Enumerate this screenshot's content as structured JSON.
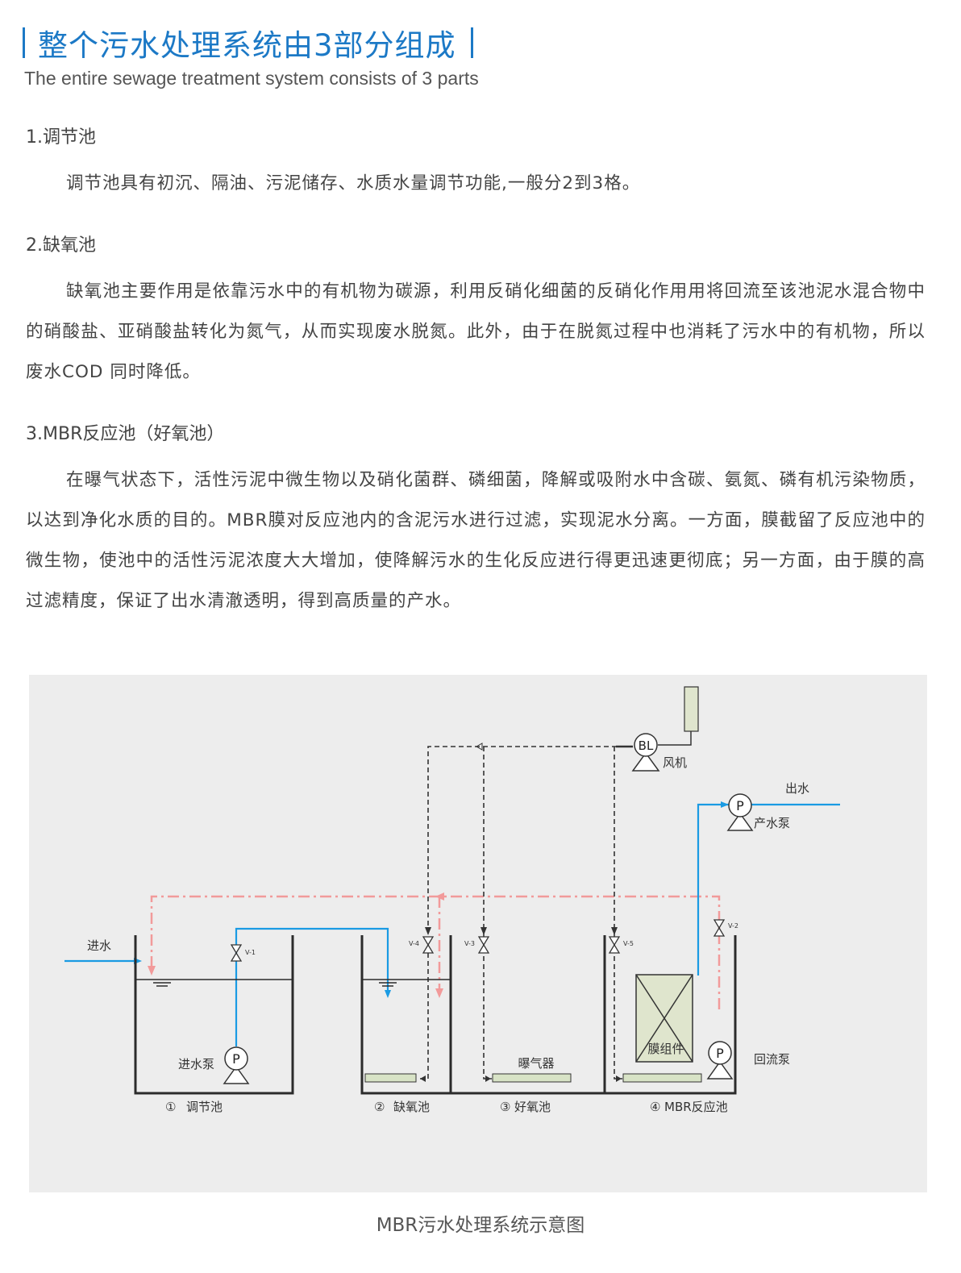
{
  "header": {
    "title": "整个污水处理系统由3部分组成",
    "subtitle": "The entire sewage treatment system consists of 3 parts"
  },
  "sections": [
    {
      "heading": "1.调节池",
      "body": "调节池具有初沉、隔油、污泥储存、水质水量调节功能,一般分2到3格。"
    },
    {
      "heading": "2.缺氧池",
      "body": "缺氧池主要作用是依靠污水中的有机物为碳源，利用反硝化细菌的反硝化作用用将回流至该池泥水混合物中的硝酸盐、亚硝酸盐转化为氮气，从而实现废水脱氮。此外，由于在脱氮过程中也消耗了污水中的有机物，所以废水COD 同时降低。"
    },
    {
      "heading": "3.MBR反应池（好氧池）",
      "body": "在曝气状态下，活性污泥中微生物以及硝化菌群、磷细菌，降解或吸附水中含碳、氨氮、磷有机污染物质，以达到净化水质的目的。MBR膜对反应池内的含泥污水进行过滤，实现泥水分离。一方面，膜截留了反应池中的微生物，使池中的活性污泥浓度大大增加，使降解污水的生化反应进行得更迅速更彻底；另一方面，由于膜的高过滤精度，保证了出水清澈透明，得到高质量的产水。"
    }
  ],
  "diagram": {
    "labels": {
      "inlet": "进水",
      "outlet": "出水",
      "blower": "风机",
      "blower_symbol": "BL",
      "pump_symbol": "P",
      "inlet_pump": "进水泵",
      "product_pump": "产水泵",
      "return_pump": "回流泵",
      "aerator": "曝气器",
      "membrane": "膜组件",
      "v1": "V-1",
      "v2": "V-2",
      "v3": "V-3",
      "v4": "V-4",
      "v5": "V-5"
    },
    "tanks": [
      {
        "num": "①",
        "name": "调节池"
      },
      {
        "num": "②",
        "name": "缺氧池"
      },
      {
        "num": "③",
        "name": "好氧池"
      },
      {
        "num": "④",
        "name": "MBR反应池"
      }
    ],
    "colors": {
      "water_line": "#1a9be3",
      "air_line": "#333333",
      "return_line": "#f29a9a",
      "wall": "#2b2b2b",
      "aerator_fill": "#d8e3c6",
      "membrane_fill": "#dfe5cd"
    }
  },
  "caption": "MBR污水处理系统示意图"
}
